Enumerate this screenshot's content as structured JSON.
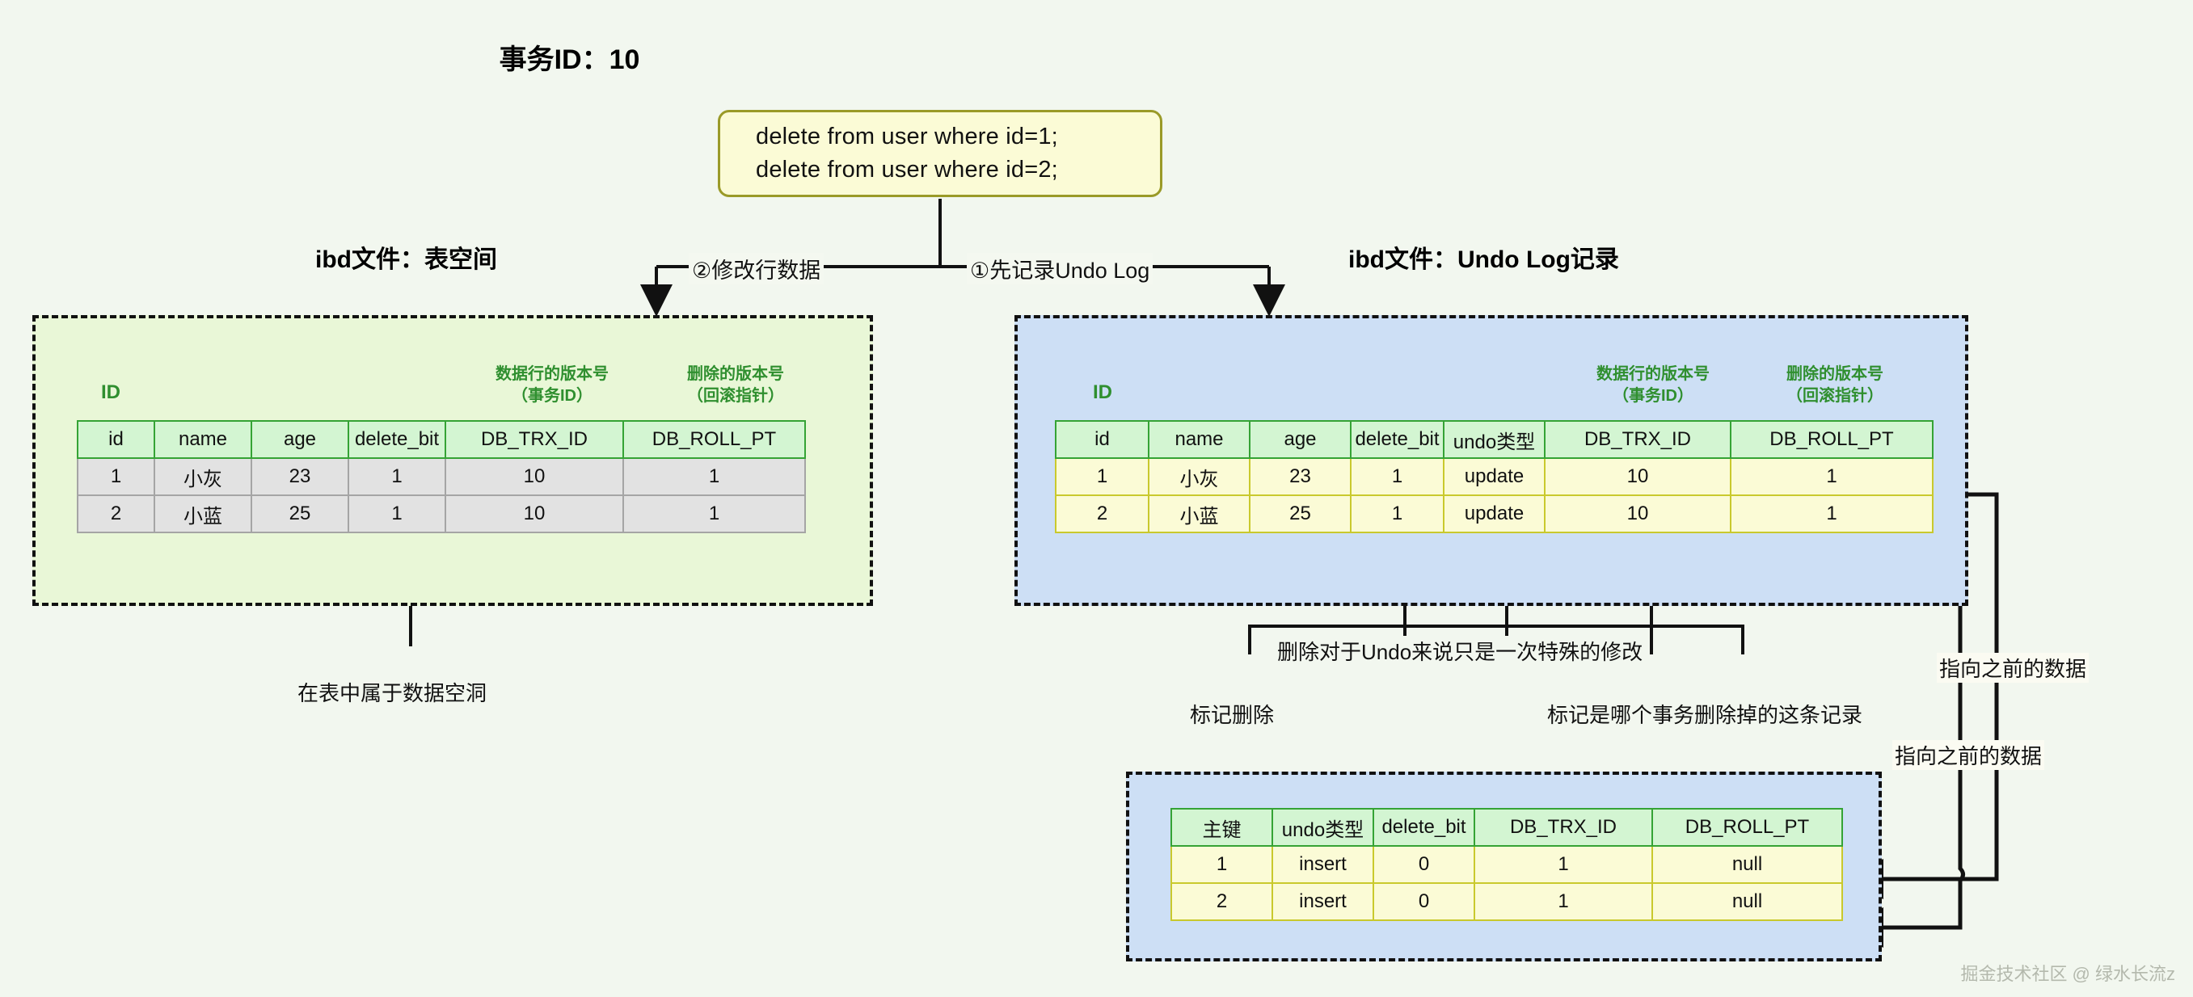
{
  "diagram": {
    "transaction_title": "事务ID：10",
    "sql_box": {
      "line1": "delete from user where id=1;",
      "line2": "delete from user where id=2;"
    },
    "branch_labels": {
      "left": "②修改行数据",
      "right": "①先记录Undo Log"
    },
    "left_section": {
      "title": "ibd文件：表空间",
      "id_caption": "ID",
      "group_captions": [
        {
          "line1": "数据行的版本号",
          "line2": "（事务ID）"
        },
        {
          "line1": "删除的版本号",
          "line2": "（回滚指针）"
        }
      ],
      "table": {
        "headers": [
          "id",
          "name",
          "age",
          "delete_bit",
          "DB_TRX_ID",
          "DB_ROLL_PT"
        ],
        "rows": [
          [
            "1",
            "小灰",
            "23",
            "1",
            "10",
            "1"
          ],
          [
            "2",
            "小蓝",
            "25",
            "1",
            "10",
            "1"
          ]
        ]
      },
      "annotation": "在表中属于数据空洞"
    },
    "right_section": {
      "title": "ibd文件：Undo Log记录",
      "id_caption": "ID",
      "group_captions": [
        {
          "line1": "数据行的版本号",
          "line2": "（事务ID）"
        },
        {
          "line1": "删除的版本号",
          "line2": "（回滚指针）"
        }
      ],
      "table": {
        "headers": [
          "id",
          "name",
          "age",
          "delete_bit",
          "undo类型",
          "DB_TRX_ID",
          "DB_ROLL_PT"
        ],
        "rows": [
          [
            "1",
            "小灰",
            "23",
            "1",
            "update",
            "10",
            "1"
          ],
          [
            "2",
            "小蓝",
            "25",
            "1",
            "update",
            "10",
            "1"
          ]
        ]
      },
      "annotations": {
        "top": "删除对于Undo来说只是一次特殊的修改",
        "mark_delete": "标记删除",
        "mark_trx": "标记是哪个事务删除掉的这条记录"
      }
    },
    "bottom_section": {
      "table": {
        "headers": [
          "主键",
          "undo类型",
          "delete_bit",
          "DB_TRX_ID",
          "DB_ROLL_PT"
        ],
        "rows": [
          [
            "1",
            "insert",
            "0",
            "1",
            "null"
          ],
          [
            "2",
            "insert",
            "0",
            "1",
            "null"
          ]
        ]
      }
    },
    "pointer_labels": {
      "upper": "指向之前的数据",
      "lower": "指向之前的数据"
    },
    "watermark": "掘金技术社区 @ 绿水长流z",
    "colors": {
      "background": "#f2f7ef",
      "green_zone": "#e9f7d7",
      "blue_zone": "#cddff5",
      "table_header": "#d3f5d2",
      "undo_row": "#fbfbd6",
      "space_row": "#e2e2e2",
      "caption_green": "#2f8f2f",
      "sql_border": "#9a9a28"
    }
  }
}
